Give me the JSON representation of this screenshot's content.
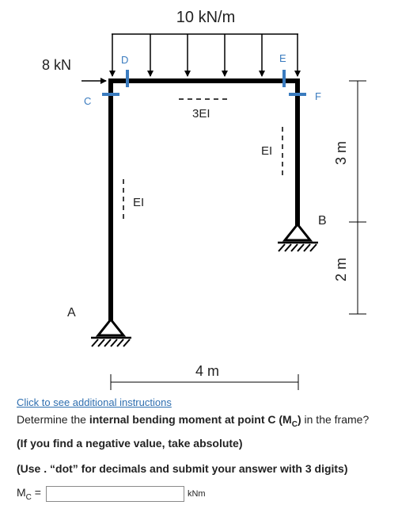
{
  "diagram": {
    "load_distributed": "10 kN/m",
    "load_point": "8 kN",
    "points": {
      "A": "A",
      "B": "B",
      "C": "C",
      "D": "D",
      "E": "E",
      "F": "F"
    },
    "stiffness": {
      "beam": "3EI",
      "left_column": "EI",
      "right_column": "EI"
    },
    "dims": {
      "horizontal": "4 m",
      "upper": "3 m",
      "lower": "2 m"
    },
    "colors": {
      "frame": "#000000",
      "marker": "#3a7bbf"
    }
  },
  "question": {
    "link": "Click to see additional instructions",
    "prefix": "Determine the ",
    "bold": "internal bending moment at point C (M",
    "bold_sub": "C",
    "bold_suffix": ")",
    "suffix": " in the frame?",
    "note1": "(If you find a negative value, take absolute)",
    "note2": "(Use . “dot” for decimals and submit your answer with 3 digits)"
  },
  "answer": {
    "label": "M",
    "label_sub": "C",
    "label_suffix": " =",
    "value": "",
    "unit": "kNm"
  }
}
